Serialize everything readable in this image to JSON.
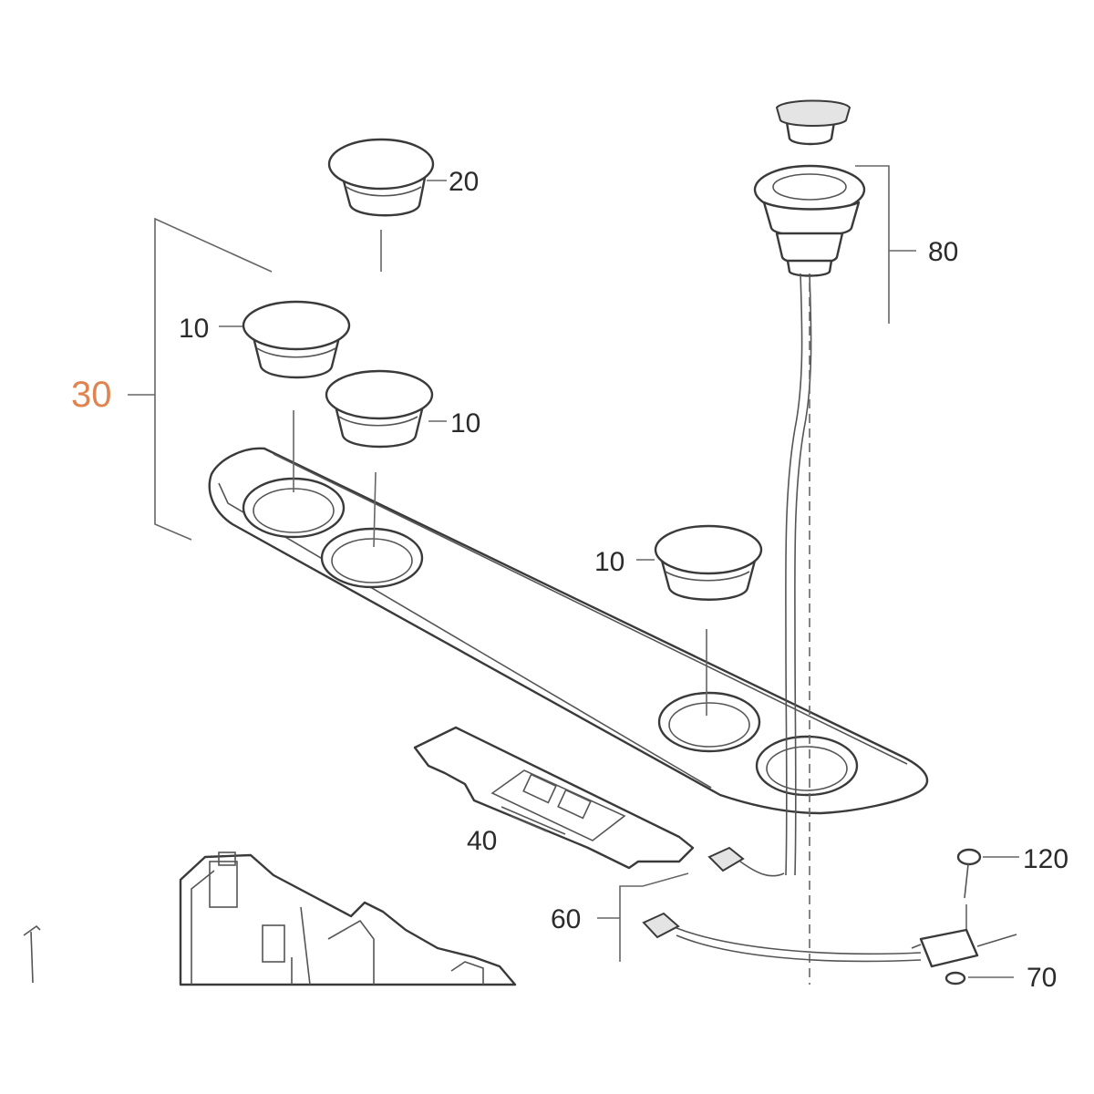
{
  "diagram": {
    "callouts": [
      {
        "id": "c20",
        "text": "20"
      },
      {
        "id": "c80",
        "text": "80"
      },
      {
        "id": "c10a",
        "text": "10"
      },
      {
        "id": "c30",
        "text": "30",
        "highlight": "#e0834f"
      },
      {
        "id": "c10b",
        "text": "10"
      },
      {
        "id": "c10c",
        "text": "10"
      },
      {
        "id": "c40",
        "text": "40"
      },
      {
        "id": "c120",
        "text": "120"
      },
      {
        "id": "c60",
        "text": "60"
      },
      {
        "id": "c70",
        "text": "70"
      }
    ]
  }
}
